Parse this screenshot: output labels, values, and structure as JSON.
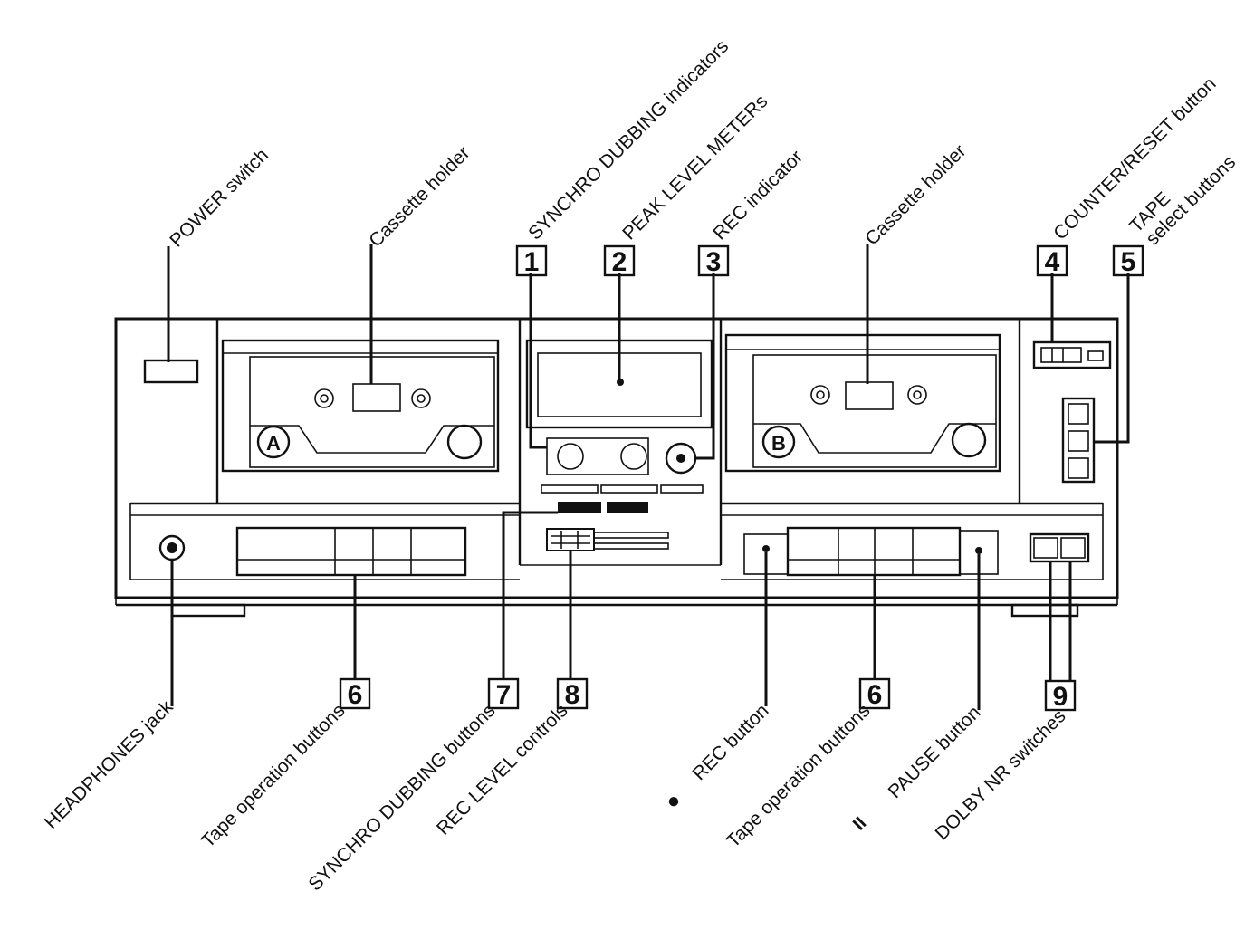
{
  "top_labels": {
    "power_switch": "POWER switch",
    "cassette_holder_a": "Cassette holder",
    "synchro_dubbing_indicators": "SYNCHRO DUBBING indicators",
    "peak_level_meters": "PEAK LEVEL METERs",
    "rec_indicator": "REC indicator",
    "cassette_holder_b": "Cassette holder",
    "counter_reset_button": "COUNTER/RESET button",
    "tape_select_line1": "TAPE",
    "tape_select_line2": "select buttons"
  },
  "bottom_labels": {
    "headphones_jack": "HEADPHONES jack",
    "tape_operation_buttons_a": "Tape operation buttons",
    "synchro_dubbing_buttons": "SYNCHRO DUBBING buttons",
    "rec_level_controls": "REC LEVEL controls",
    "rec_button": "REC button",
    "tape_operation_buttons_b": "Tape operation buttons",
    "pause_button": "PAUSE button",
    "dolby_nr_switches": "DOLBY NR switches"
  },
  "callouts": {
    "n1": "1",
    "n2": "2",
    "n3": "3",
    "n4": "4",
    "n5": "5",
    "n6a": "6",
    "n7": "7",
    "n8": "8",
    "n6b": "6",
    "n9": "9"
  },
  "deck_badges": {
    "deck_a": "A",
    "deck_b": "B"
  },
  "symbols": {
    "rec": "●",
    "pause": "II"
  }
}
